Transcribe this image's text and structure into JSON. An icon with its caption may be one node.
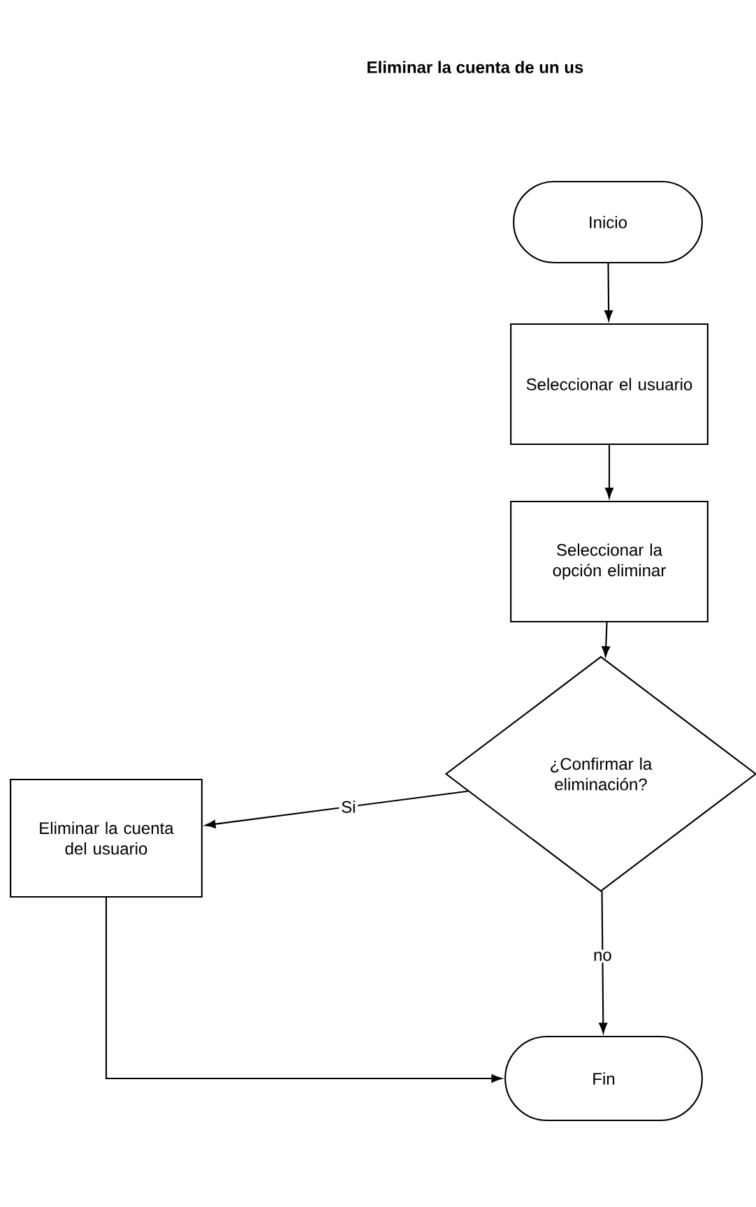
{
  "diagram": {
    "title": "Eliminar la cuenta de un us",
    "nodes": [
      {
        "text": [
          "Inicio"
        ]
      },
      {
        "text": [
          "Seleccionar el usuario"
        ]
      },
      {
        "text": [
          "Seleccionar la opción eliminar"
        ]
      },
      {
        "text": [
          "¿Confirmar la eliminación?"
        ]
      },
      {
        "text": [
          "Eliminar la cuenta del usuario"
        ]
      },
      {
        "text": [
          "Fin"
        ]
      }
    ],
    "edges": [
      {
        "from": 0,
        "to": 1,
        "arrow": "to"
      },
      {
        "from": 1,
        "to": 2,
        "arrow": "to"
      },
      {
        "from": 2,
        "to": 3,
        "arrow": "to"
      },
      {
        "from": 3,
        "to": 4,
        "arrow": "to",
        "label": "Si"
      },
      {
        "from": 3,
        "to": 5,
        "arrow": "to",
        "label": "no"
      },
      {
        "from": 4,
        "to": 5,
        "arrow": "to"
      }
    ]
  }
}
